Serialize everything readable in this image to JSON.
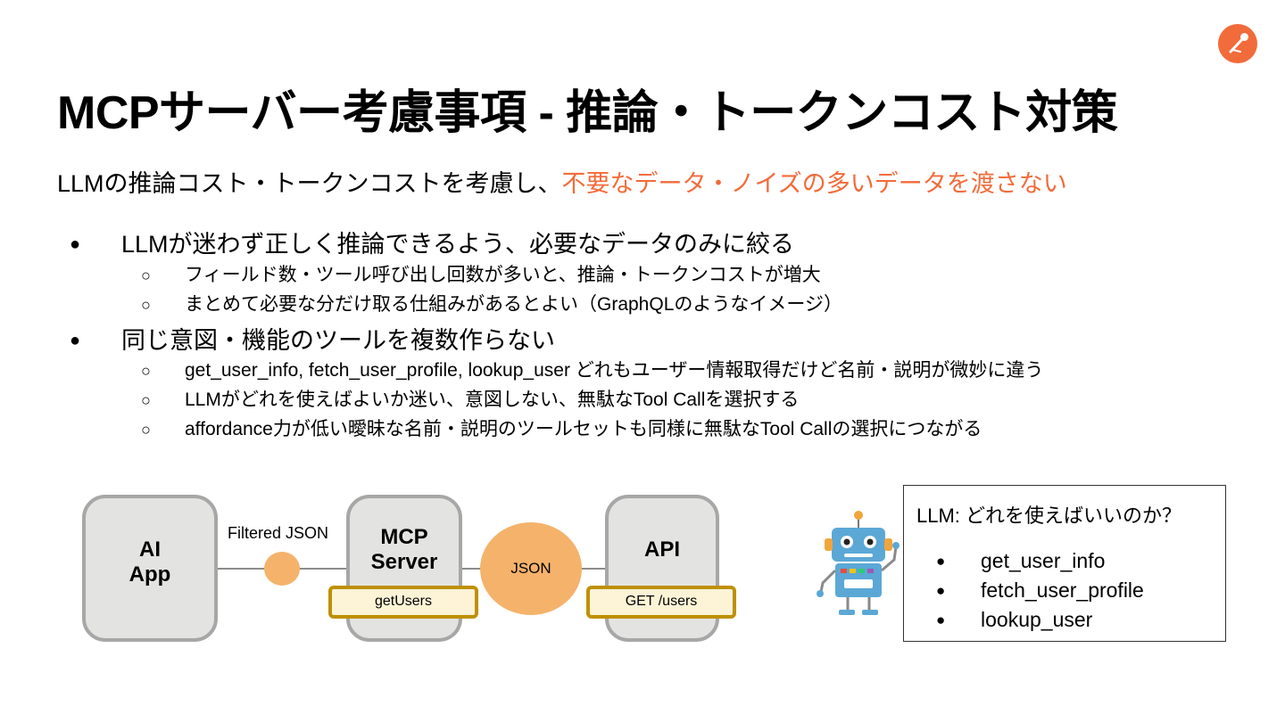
{
  "logo_icon": "postman-logo-icon",
  "accent_color": "#f26b3a",
  "title": "MCPサーバー考慮事項 - 推論・トークンコスト対策",
  "subtitle": {
    "text": "LLMの推論コスト・トークンコストを考慮し、",
    "highlight": "不要なデータ・ノイズの多いデータを渡さない"
  },
  "bullets": [
    {
      "symbol": "●",
      "text": "LLMが迷わず正しく推論できるよう、必要なデータのみに絞る",
      "sub": [
        {
          "symbol": "○",
          "text": "フィールド数・ツール呼び出し回数が多いと、推論・トークンコストが増大"
        },
        {
          "symbol": "○",
          "text": "まとめて必要な分だけ取る仕組みがあるとよい（GraphQLのようなイメージ）"
        }
      ]
    },
    {
      "symbol": "●",
      "text": "同じ意図・機能のツールを複数作らない",
      "sub": [
        {
          "symbol": "○",
          "text": "get_user_info, fetch_user_profile, lookup_user どれもユーザー情報取得だけど名前・説明が微妙に違う"
        },
        {
          "symbol": "○",
          "text": "LLMがどれを使えばよいか迷い、意図しない、無駄なTool Callを選択する"
        },
        {
          "symbol": "○",
          "text": "affordance力が低い曖昧な名前・説明のツールセットも同様に無駄なTool Callの選択につながる"
        }
      ]
    }
  ],
  "diagram": {
    "ai_app": {
      "line1": "AI",
      "line2": "App"
    },
    "filtered_label": "Filtered JSON",
    "mcp_server": {
      "line1": "MCP",
      "line2": "Server",
      "tag": "getUsers"
    },
    "json_label": "JSON",
    "api": {
      "line1": "API",
      "tag": "GET /users"
    }
  },
  "robot_icon": "robot-icon",
  "note": {
    "question": "LLM: どれを使えばいいのか？",
    "bullet_symbol": "●",
    "items": [
      "get_user_info",
      "fetch_user_profile",
      "lookup_user"
    ]
  }
}
